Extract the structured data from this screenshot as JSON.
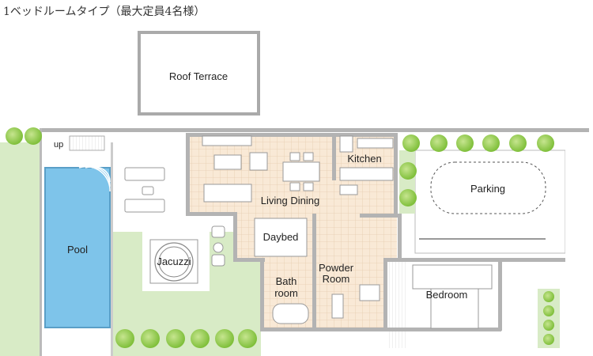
{
  "title": "1ベッドルームタイプ（最大定員4名様）",
  "rooms": {
    "roof_terrace": "Roof Terrace",
    "pool": "Pool",
    "jacuzzi": "Jacuzzi",
    "living_dining": "Living Dining",
    "kitchen": "Kitchen",
    "parking": "Parking",
    "daybed": "Daybed",
    "bath_line1": "Bath",
    "bath_line2": "room",
    "powder_line1": "Powder",
    "powder_line2": "Room",
    "bedroom": "Bedroom"
  },
  "stairs_label": "up",
  "colors": {
    "wall": "#b3b3b3",
    "floor": "#f9e9d6",
    "grid": "#e8cfb3",
    "pool": "#7ec4ea",
    "lawn": "#d8ebc6",
    "tree": "#8cc63f"
  }
}
